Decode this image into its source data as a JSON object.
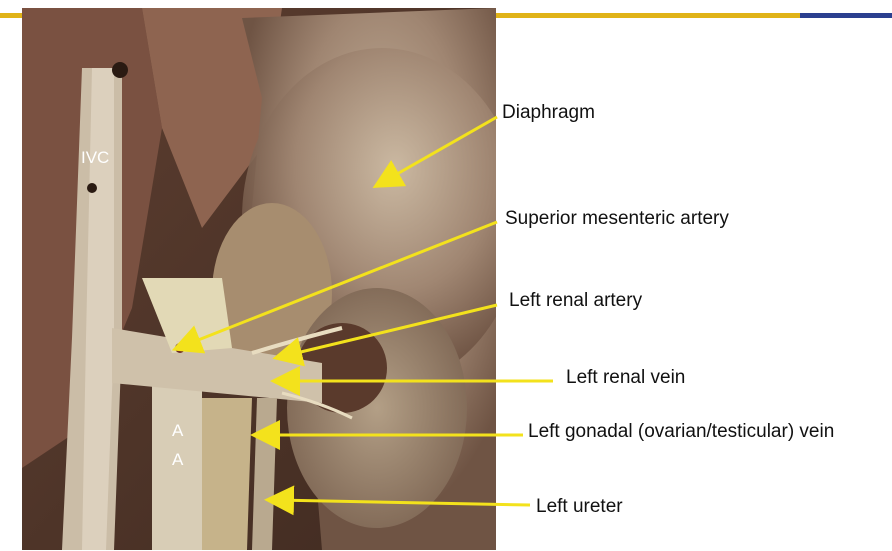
{
  "colors": {
    "accent_bar": "#e0b318",
    "accent_bar_blue": "#2b3f8f",
    "arrow": "#f3e21c"
  },
  "photo": {
    "inline_labels": [
      "IVC",
      "A",
      "A"
    ]
  },
  "labels": {
    "diaphragm": "Diaphragm",
    "sma": "Superior mesenteric artery",
    "left_renal_artery": "Left renal artery",
    "left_renal_vein": "Left renal vein",
    "left_gonadal_vein": "Left gonadal (ovarian/testicular) vein",
    "left_ureter": "Left ureter"
  }
}
